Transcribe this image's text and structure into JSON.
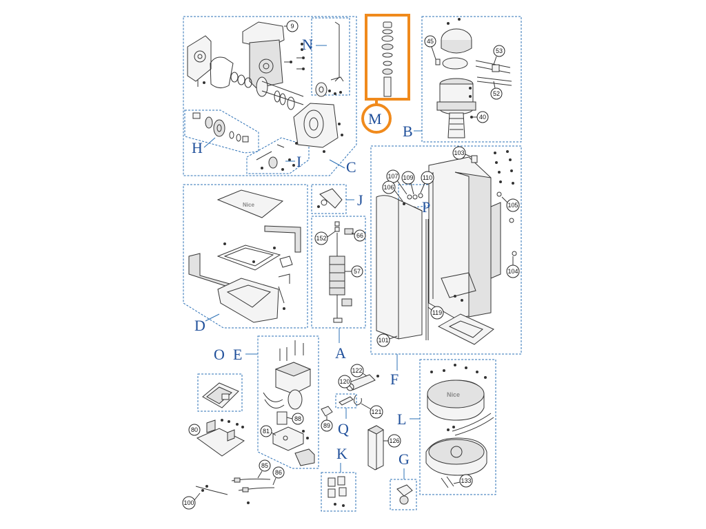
{
  "colors": {
    "group_border": "#2a6fb5",
    "highlight": "#f08a1c",
    "label": "#1f4f9a"
  },
  "group_labels": {
    "A": "A",
    "B": "B",
    "C": "C",
    "D": "D",
    "E": "E",
    "F": "F",
    "G": "G",
    "H": "H",
    "I": "I",
    "J": "J",
    "K": "K",
    "L": "L",
    "M": "M",
    "N": "N",
    "O": "O",
    "P": "P",
    "Q": "Q"
  },
  "highlighted_group": "M",
  "callouts": {
    "c9": "9",
    "c45": "45",
    "c53": "53",
    "c52": "52",
    "c40": "40",
    "c103": "103",
    "c107": "107",
    "c109": "109",
    "c110": "110",
    "c106": "106",
    "c105": "105",
    "c104": "104",
    "c119": "119",
    "c101": "101",
    "c152": "152",
    "c66": "66",
    "c57": "57",
    "c122": "122",
    "c120": "120",
    "c121": "121",
    "c89": "89",
    "c126": "126",
    "c80": "80",
    "c81": "81",
    "c88": "88",
    "c85": "85",
    "c86": "86",
    "c100": "100",
    "c133": "133"
  },
  "brand_text": {
    "lid": "Nice",
    "cover": "Nice"
  }
}
